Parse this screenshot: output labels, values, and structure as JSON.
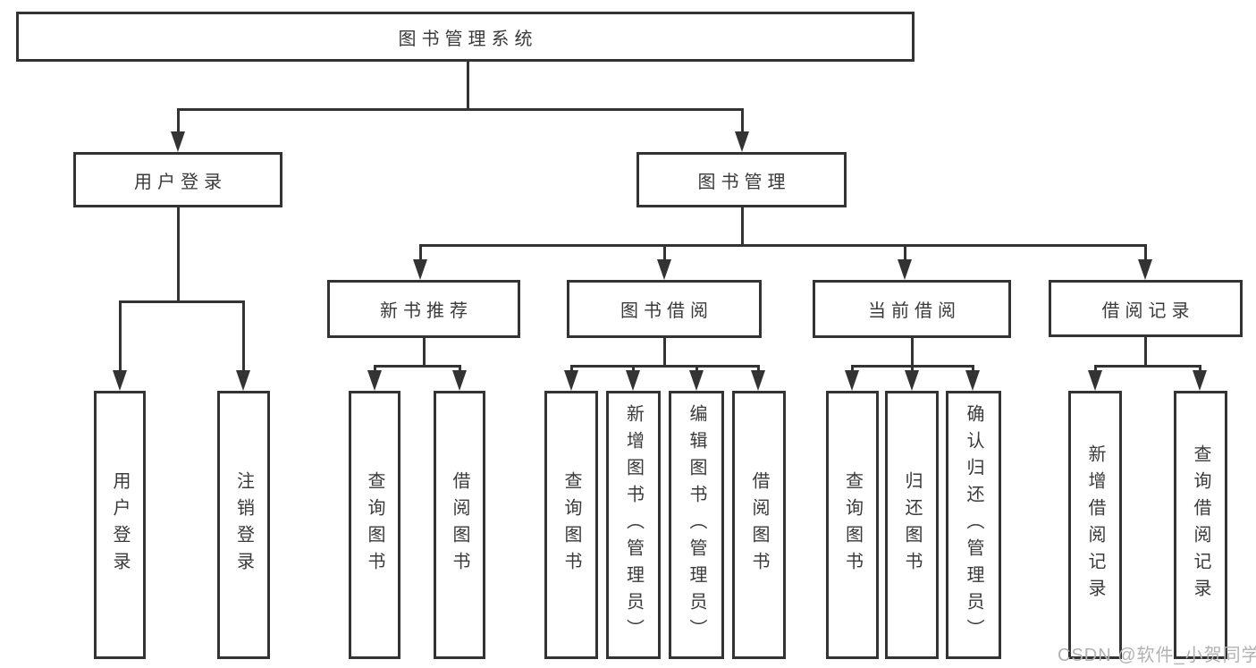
{
  "root": {
    "label": "图书管理系统"
  },
  "branches": {
    "user_login": {
      "label": "用户登录",
      "children": [
        {
          "label": "用户登录"
        },
        {
          "label": "注销登录"
        }
      ]
    },
    "book_management": {
      "label": "图书管理",
      "children": [
        {
          "label": "新书推荐",
          "children": [
            {
              "label": "查询图书"
            },
            {
              "label": "借阅图书"
            }
          ]
        },
        {
          "label": "图书借阅",
          "children": [
            {
              "label": "查询图书"
            },
            {
              "label": "新增图书（管理员）"
            },
            {
              "label": "编辑图书（管理员）"
            },
            {
              "label": "借阅图书"
            }
          ]
        },
        {
          "label": "当前借阅",
          "children": [
            {
              "label": "查询图书"
            },
            {
              "label": "归还图书"
            },
            {
              "label": "确认归还（管理员）"
            }
          ]
        },
        {
          "label": "借阅记录",
          "children": [
            {
              "label": "新增借阅记录"
            },
            {
              "label": "查询借阅记录"
            }
          ]
        }
      ]
    }
  },
  "watermark": "CSDN @软件_小贺同学",
  "colors": {
    "line": "#333333",
    "text": "#3a3a3a",
    "watermark": "#b2b2b2",
    "background": "#ffffff"
  }
}
